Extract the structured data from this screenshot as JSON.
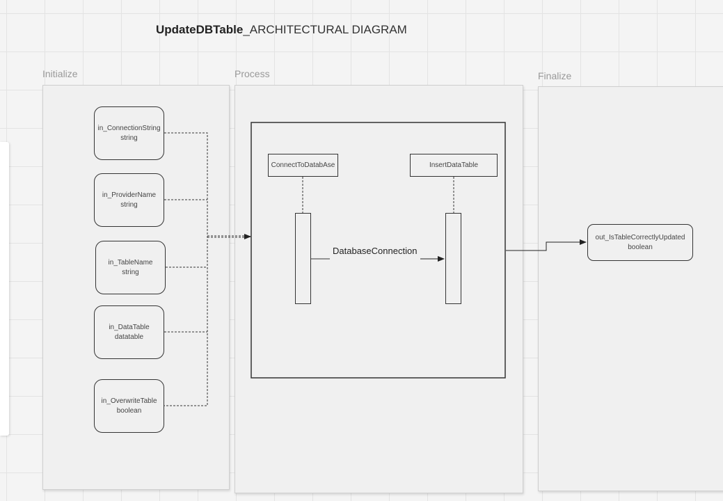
{
  "title": {
    "bold": "UpdateDBTable",
    "rest": "_ARCHITECTURAL DIAGRAM"
  },
  "lanes": {
    "initialize": "Initialize",
    "process": "Process",
    "finalize": "Finalize"
  },
  "arguments": [
    {
      "name": "in_ConnectionString",
      "type": "string"
    },
    {
      "name": "in_ProviderName",
      "type": "string"
    },
    {
      "name": "in_TableName",
      "type": "string"
    },
    {
      "name": "in_DataTable",
      "type": "datatable"
    },
    {
      "name": "in_OverwriteTable",
      "type": "boolean"
    }
  ],
  "activities": {
    "connect": "ConnectToDatabAse",
    "insert": "InsertDataTable"
  },
  "connection_label": "DatabaseConnection",
  "output": {
    "name": "out_IsTableCorrectlyUpdated",
    "type": "boolean"
  }
}
